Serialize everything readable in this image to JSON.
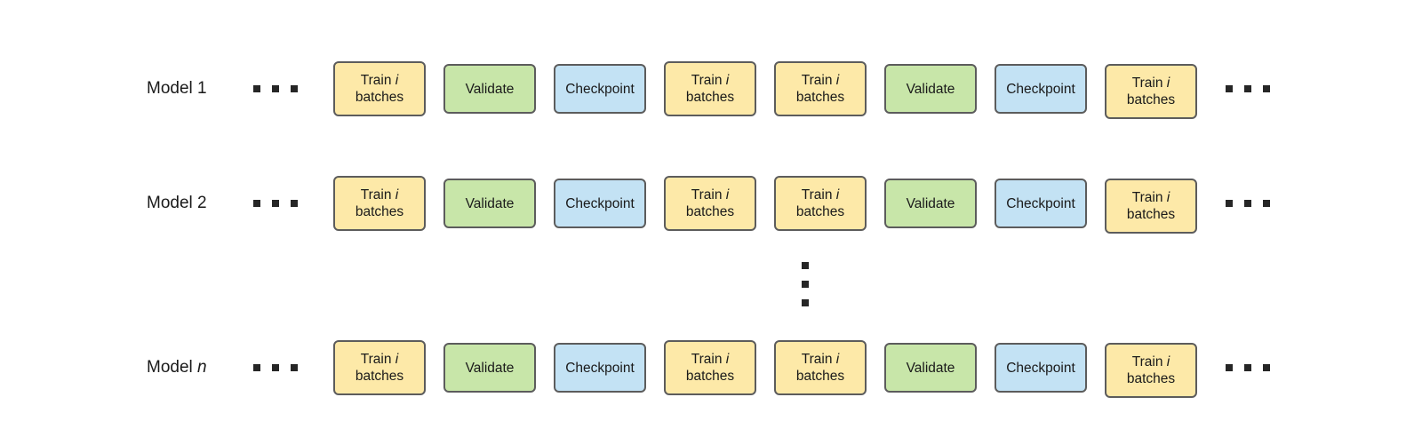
{
  "models": [
    {
      "label": "Model 1",
      "label_prefix": "",
      "label_var": ""
    },
    {
      "label": "",
      "label_prefix": "Model 2",
      "label_var": ""
    },
    {
      "label": "",
      "label_prefix": "Model ",
      "label_var": "n"
    }
  ],
  "step_labels": {
    "train_word": "Train",
    "train_var": "i",
    "train_second": "batches",
    "validate": "Validate",
    "checkpoint": "Checkpoint"
  },
  "sequence": [
    "train",
    "validate",
    "checkpoint",
    "train",
    "train",
    "validate",
    "checkpoint",
    "train"
  ],
  "colors": {
    "train": "#fde9a8",
    "validate": "#c8e6a9",
    "checkpoint": "#c3e2f4",
    "border": "#5c5c5c",
    "ellipsis": "#262626"
  },
  "icons": {
    "leading_ellipsis": "horizontal-ellipsis-icon",
    "trailing_ellipsis": "horizontal-ellipsis-icon",
    "between_rows": "vertical-ellipsis-icon"
  }
}
